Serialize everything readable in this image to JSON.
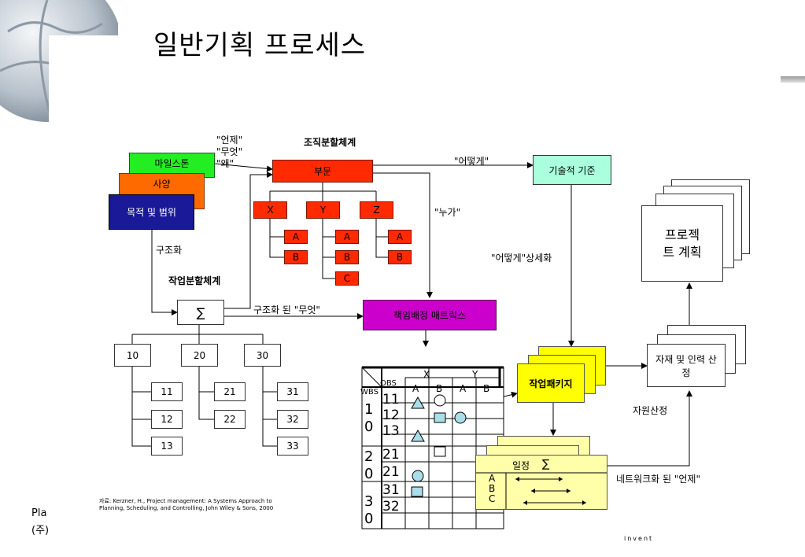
{
  "title": "일반기획 프로세스",
  "inputs": {
    "milestone": "마일스톤",
    "spec": "사양",
    "purpose": "목적 및 범위"
  },
  "when_what_why": [
    "\"언제\"",
    "\"무엇\"",
    "\"왜\""
  ],
  "obs": {
    "title": "조직분할체계",
    "root": "부문",
    "level1": [
      "X",
      "Y",
      "Z"
    ],
    "x_children": [
      "A",
      "B"
    ],
    "y_children": [
      "A",
      "B",
      "C"
    ],
    "z_children": [
      "A",
      "B"
    ]
  },
  "how": "\"어떻게\"",
  "who": "\"누가\"",
  "tech_criteria": "기술적 기준",
  "how_detail": "\"어떻게\"상세화",
  "structuring": "구조화",
  "wbs": {
    "title": "작업분할체계",
    "root": "∑",
    "level1": [
      "10",
      "20",
      "30"
    ],
    "c10": [
      "11",
      "12",
      "13"
    ],
    "c20": [
      "21",
      "22"
    ],
    "c30": [
      "31",
      "32",
      "33"
    ]
  },
  "structured_what": "구조화 된 \"무엇\"",
  "ram": "책임배정 매트릭스",
  "matrix": {
    "obs_label": "OBS",
    "wbs_label": "WBS",
    "top_groups": [
      "X",
      "Y"
    ],
    "cols": [
      "A",
      "B",
      "A",
      "B"
    ],
    "groups": [
      "10",
      "20",
      "30"
    ],
    "rows": [
      "11",
      "12",
      "13",
      "21",
      "21",
      "31",
      "32"
    ]
  },
  "work_package": "작업패키지",
  "resources": "자재 및 인력 산정",
  "resource_estimate": "자원산정",
  "project_plan": "프로젝트 계획",
  "schedule": {
    "title": "일정",
    "sigma": "∑",
    "rows": [
      "A",
      "B",
      "C"
    ]
  },
  "networked_when": "네트워크화 된 \"언제\"",
  "source": "자료: Kerzner, H., Project management: A Systems Approach to Planning, Scheduling, and Controlling, John Wiley & Sons, 2000",
  "footer": {
    "line1": "Pla",
    "line2": "(주)",
    "brand": "invent"
  },
  "colors": {
    "green": "#22ee22",
    "orange": "#ff6a00",
    "navy": "#1a1a99",
    "red": "#ff2a00",
    "aqua": "#aaffdd",
    "magenta": "#cc00cc",
    "yellow": "#ffff00",
    "paleyellow": "#ffffaa"
  }
}
